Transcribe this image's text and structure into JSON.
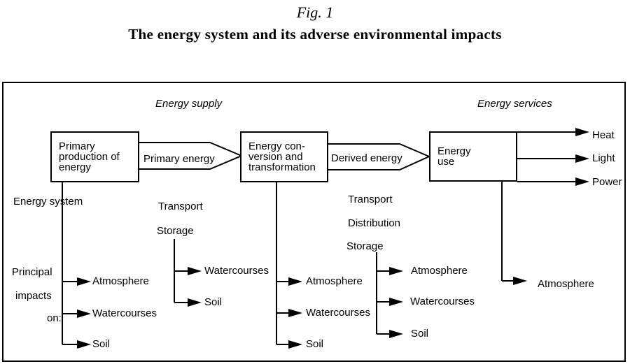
{
  "figure": {
    "label": "Fig. 1",
    "title": "The energy system and its adverse environmental impacts"
  },
  "diagram": {
    "section_labels": {
      "supply": "Energy supply",
      "services": "Energy services"
    },
    "boxes": {
      "primary_production": "Primary\nproduction of\nenergy",
      "conversion": "Energy con-\nversion and\ntransformation",
      "energy_use": "Energy\nuse"
    },
    "flow_labels": {
      "primary_energy": "Primary energy",
      "derived_energy": "Derived energy"
    },
    "outputs": [
      "Heat",
      "Light",
      "Power"
    ],
    "annotations": {
      "energy_system": "Energy system",
      "principal": "Principal",
      "impacts": "impacts",
      "on": "on:",
      "col2": [
        "Transport",
        "Storage"
      ],
      "col4": [
        "Transport",
        "Distribution",
        "Storage"
      ]
    },
    "impact_targets": {
      "col1": [
        "Atmosphere",
        "Watercourses",
        "Soil"
      ],
      "col2": [
        "Watercourses",
        "Soil"
      ],
      "col3": [
        "Atmosphere",
        "Watercourses",
        "Soil"
      ],
      "col4": [
        "Atmosphere",
        "Watercourses",
        "Soil"
      ],
      "col5": [
        "Atmosphere"
      ]
    }
  }
}
